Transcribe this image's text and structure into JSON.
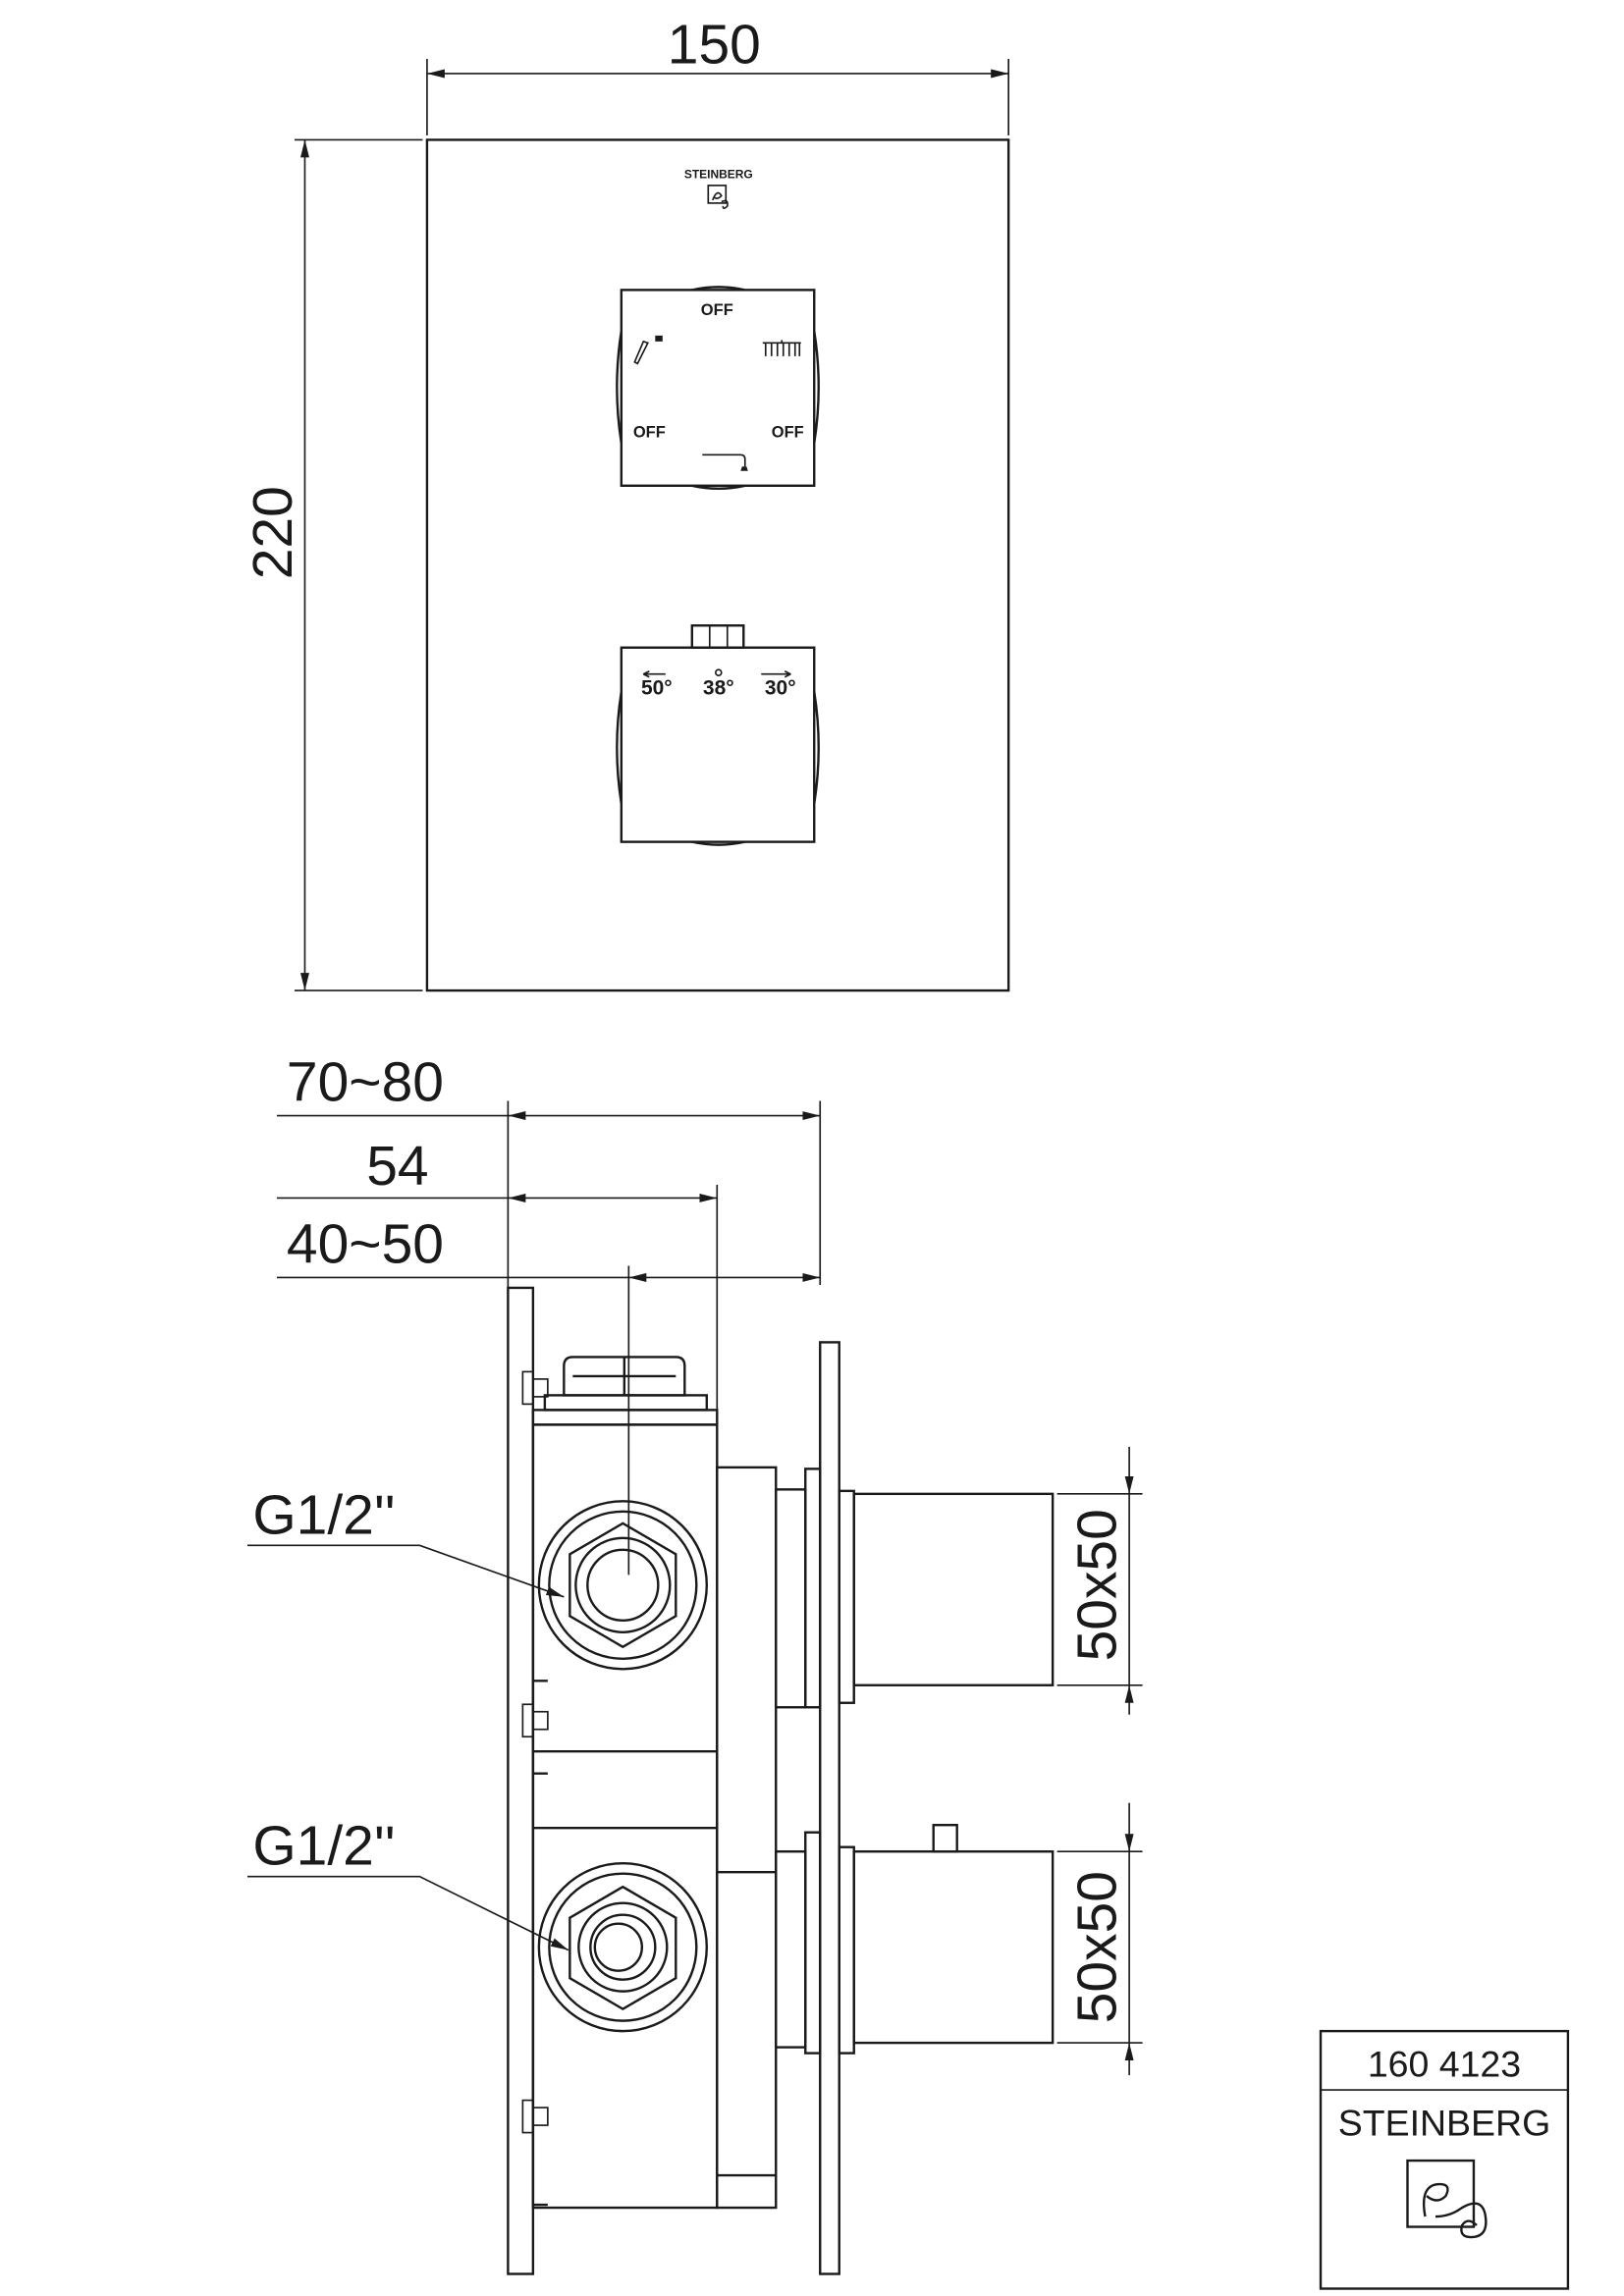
{
  "front_view": {
    "width_dim": "150",
    "height_dim": "220",
    "brand": "STEINBERG",
    "diverter_labels": {
      "top": "OFF",
      "left": "OFF",
      "right": "OFF"
    },
    "thermostat_labels": {
      "left": "50°",
      "center": "38°",
      "right": "30°"
    }
  },
  "side_view": {
    "dim_depth_total": "70~80",
    "dim_body": "54",
    "dim_install": "40~50",
    "connection_top": "G1/2''",
    "connection_bottom": "G1/2''",
    "handle_top_size": "50x50",
    "handle_bottom_size": "50x50"
  },
  "title_block": {
    "article_number": "160 4123",
    "brand": "STEINBERG"
  }
}
